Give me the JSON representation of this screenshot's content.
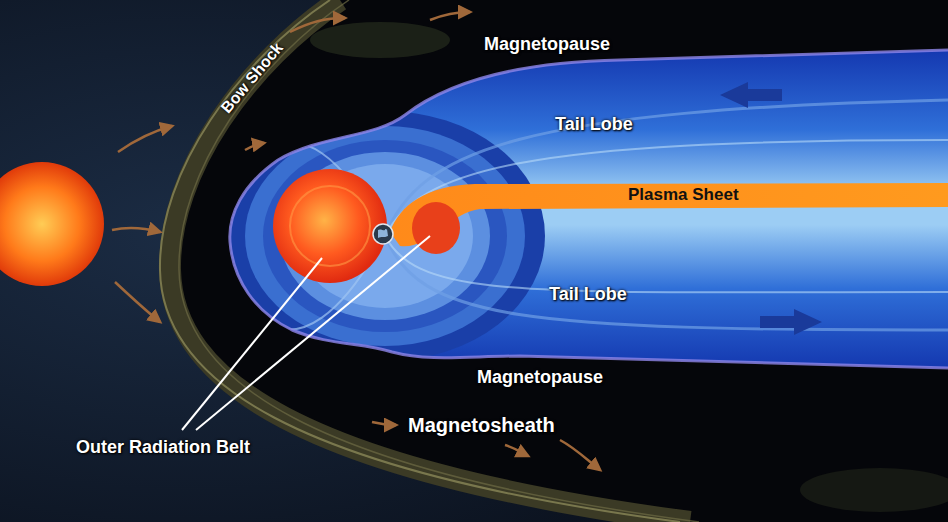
{
  "diagram": {
    "labels": [
      "Bow Shock",
      "Magnetopause",
      "Tail Lobe",
      "Plasma Sheet",
      "Tail Lobe",
      "Magnetopause",
      "Magnetosheath",
      "Outer Radiation Belt"
    ]
  }
}
